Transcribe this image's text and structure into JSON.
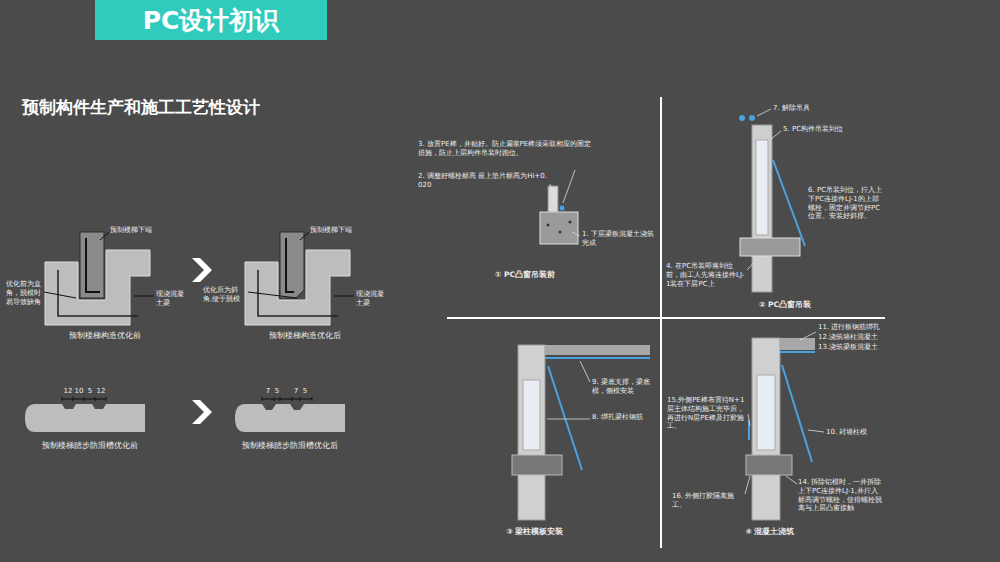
{
  "diagram": {
    "title": "预制构件生产和施工工艺性设计",
    "nodes": [
      {
        "text": [
          "PC设计初识"
        ]
      }
    ],
    "labels": [
      "预制楼梯下端",
      "优化前为直角，脱模时易导致缺角",
      "现浇混凝土梁",
      "预制楼梯构造优化前",
      "预制楼梯下端",
      "优化后为斜角,便于脱模",
      "现浇混凝土梁",
      "预制楼梯构造优化后",
      "12",
      "10",
      "5",
      "12",
      "7",
      "5",
      "7",
      "5",
      "预制楼梯踏步防滑槽优化前",
      "预制楼梯踏步防滑槽优化后",
      "3. 放置PE棒，并贴好。防止漏浆PE棒须采取相应的固定措施，防止上层构件吊装时跑位。",
      "2. 调整好螺栓标高 最上垫片标高为Hi+0.020",
      "1. 下层梁板混凝土浇筑完成",
      "① PC凸窗吊装前",
      "7. 解除吊具",
      "5. PC构件吊装到位",
      "6. PC吊装到位，拧入上下PC连接件LJ-1的上部螺栓，固定并调节好PC位置。安装好斜撑。",
      "4. 在PC吊装即将到位前，由工人先将连接件LJ-1装在下层PC上",
      "② PC凸窗吊装",
      "9. 梁底支撑，梁底模，侧模安装",
      "8. 绑扎梁柱钢筋",
      "③ 梁柱模板安装",
      "11. 进行板钢筋绑扎",
      "12.浇筑墙柱混凝土",
      "13.浇筑梁板混凝土",
      "10. 封墙柱模",
      "15.外侧PE棒布置待N+1层主体结构施工完毕后，再进行N层PE棒及打胶施工。",
      "14. 拆除铝模时，一并拆除上下PC连接件LJ-1,并拧入标高调节螺栓，使得螺栓脱离与上层凸窗接触",
      "16. 外侧打胶隔离施工。",
      "④ 混凝土浇筑"
    ]
  }
}
